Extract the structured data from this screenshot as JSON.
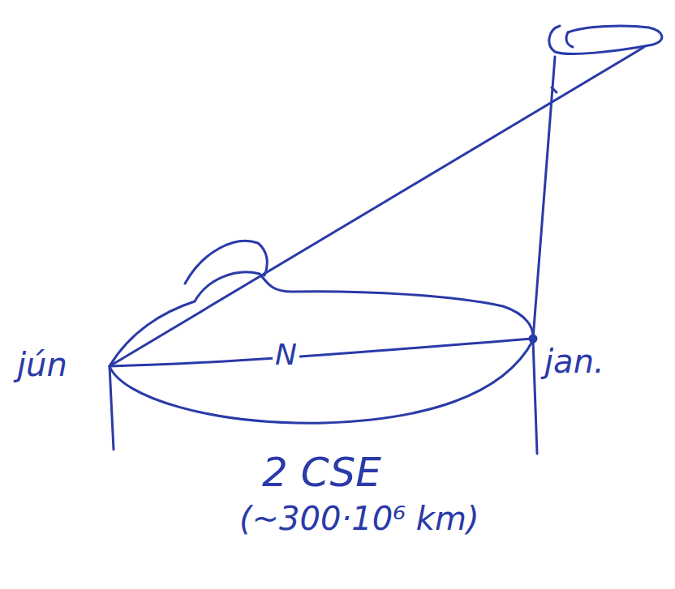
{
  "diagram": {
    "labels": [
      "jún",
      "N",
      "jan.",
      "2 CSE",
      "(~300·10⁶ km)"
    ]
  }
}
